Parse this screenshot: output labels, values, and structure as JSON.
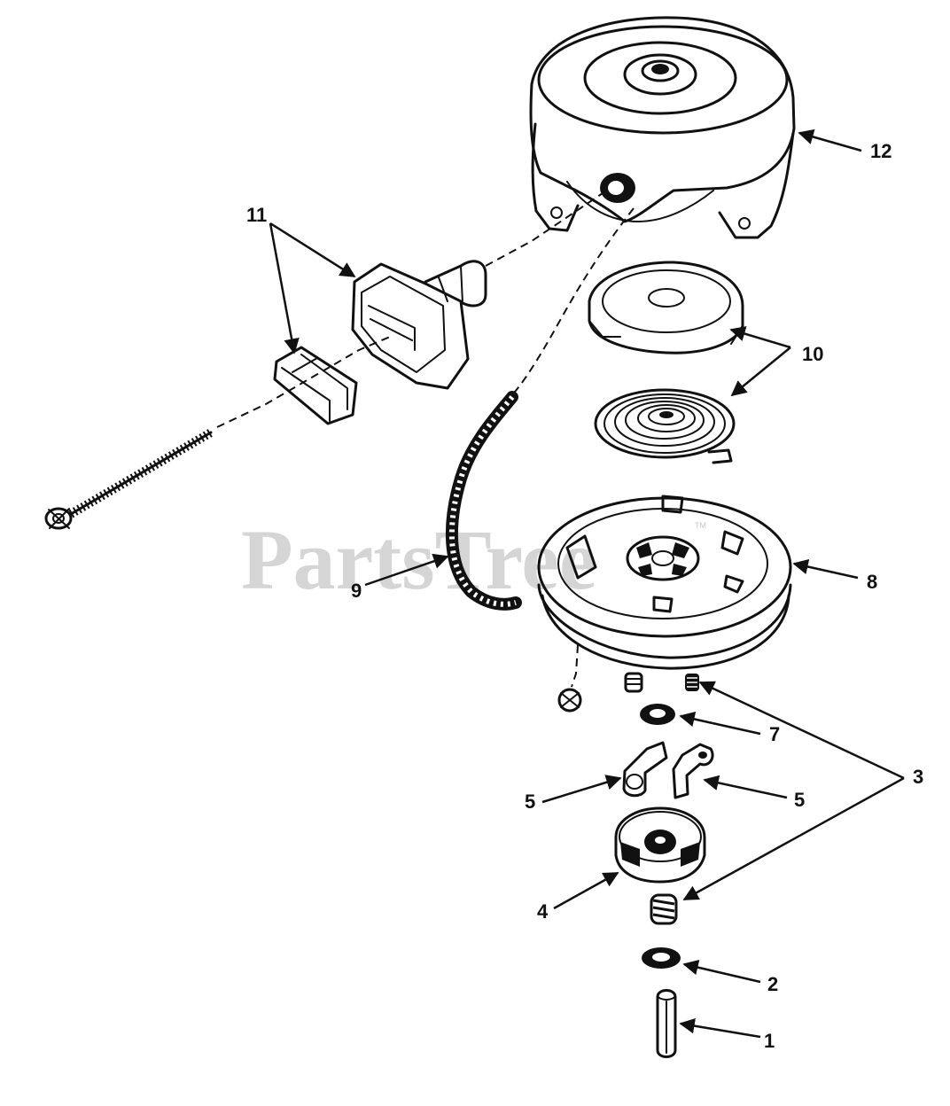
{
  "watermark": {
    "text": "PartsTree",
    "trademark": "TM"
  },
  "callouts": {
    "c1": "1",
    "c2": "2",
    "c3": "3",
    "c4": "4",
    "c5a": "5",
    "c5b": "5",
    "c7": "7",
    "c8": "8",
    "c9": "9",
    "c10": "10",
    "c11": "11",
    "c12": "12"
  },
  "parts": [
    {
      "id": "1",
      "icon": "roll-pin-icon"
    },
    {
      "id": "2",
      "icon": "washer-icon"
    },
    {
      "id": "3",
      "icon": "spring-icon"
    },
    {
      "id": "4",
      "icon": "pawl-retainer-icon"
    },
    {
      "id": "5",
      "icon": "pawl-icon"
    },
    {
      "id": "7",
      "icon": "washer-icon"
    },
    {
      "id": "8",
      "icon": "pulley-icon"
    },
    {
      "id": "9",
      "icon": "starter-rope-icon"
    },
    {
      "id": "10",
      "icon": "recoil-spring-icon"
    },
    {
      "id": "11",
      "icon": "handle-icon"
    },
    {
      "id": "12",
      "icon": "starter-housing-icon"
    }
  ]
}
